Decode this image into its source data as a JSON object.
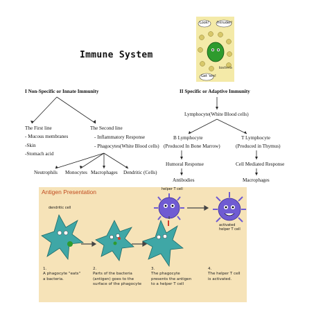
{
  "title": "Immune System",
  "colors": {
    "panel_bg": "#f6e3b8",
    "panel_title": "#c04a1e",
    "cell_teal": "#3fa7a6",
    "cell_purple": "#6f5bd2",
    "bacteria_green": "#2e9b2e",
    "comic_bg": "#f4eaa8"
  },
  "cartoon": {
    "bubble_1": "Look!",
    "bubble_2": "Intruder!",
    "bubble_3": "Get 'em!",
    "label": "bacteria"
  },
  "innate": {
    "heading": "I Non-Specific or Innate Immunity",
    "first_line": {
      "title": "The First line",
      "items": [
        "- Mucous membranes",
        "-Skin",
        "-Stomach acid"
      ]
    },
    "second_line": {
      "title": "The Second line",
      "items": [
        "- Inflammatory Response",
        "- Phagocytes(White Blood cells)"
      ]
    },
    "phagocytes": [
      "Neutrophils",
      "Monocytes",
      "Macrophages",
      "Dendritic  (Cells)"
    ]
  },
  "adaptive": {
    "heading": "II Specific or Adaptive Immunity",
    "lymphocyte": "Lymphocyte(White Blood cells)",
    "b_cell": {
      "name": "B Lymphocyte",
      "origin": "(Produced In Bone Marrow)",
      "response": "Humoral Response",
      "product": "Antibodies"
    },
    "t_cell": {
      "name": "T Lymphocyte",
      "origin": "(Produced in Thymus)",
      "response": "Cell Mediated Response",
      "product": "Macrophages"
    }
  },
  "antigen_presentation": {
    "title": "Antigen Presentation",
    "label_dendritic": "dendritic cell",
    "label_helper": "helper T cell",
    "label_activated": "activated\nhelper T cell",
    "steps": [
      "1.\nA phagocyte \"eats\"\na bacteria.",
      "2.\nParts of the bacteria\n(antigen) goes to the\nsurface of the phagocyte",
      "3.\nThe phagocyte\npresents the antigen\nto a helper T cell",
      "4.\nThe helper T cell\nis activated."
    ]
  }
}
